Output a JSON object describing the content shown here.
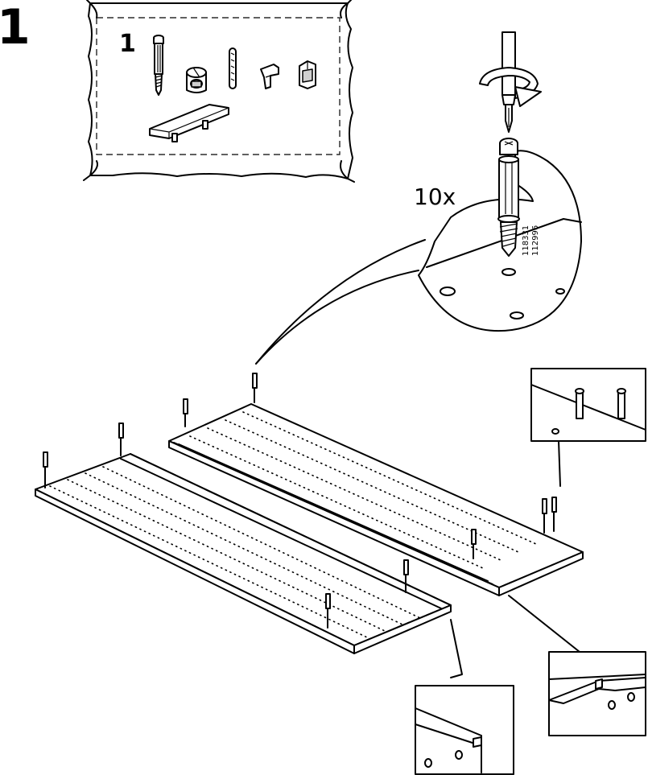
{
  "step": {
    "number": "1"
  },
  "hardware_bag": {
    "number": "1",
    "parts": [
      "dowel-screw",
      "cam-lock",
      "wooden-dowel",
      "shelf-pin",
      "shelf-support-clip",
      "connector-bracket"
    ]
  },
  "detail_callout": {
    "quantity": "10x",
    "part_numbers": [
      "118331",
      "112996"
    ],
    "tool": "screwdriver",
    "rotation": "clockwise"
  },
  "panels": {
    "count": 2,
    "pins_per_panel": 5
  },
  "zoom_insets": [
    "dowel-screws-installed",
    "groove-edge-right",
    "groove-edge-left"
  ],
  "colors": {
    "line": "#000000",
    "background": "#ffffff",
    "shade": "#cfcfcf"
  }
}
